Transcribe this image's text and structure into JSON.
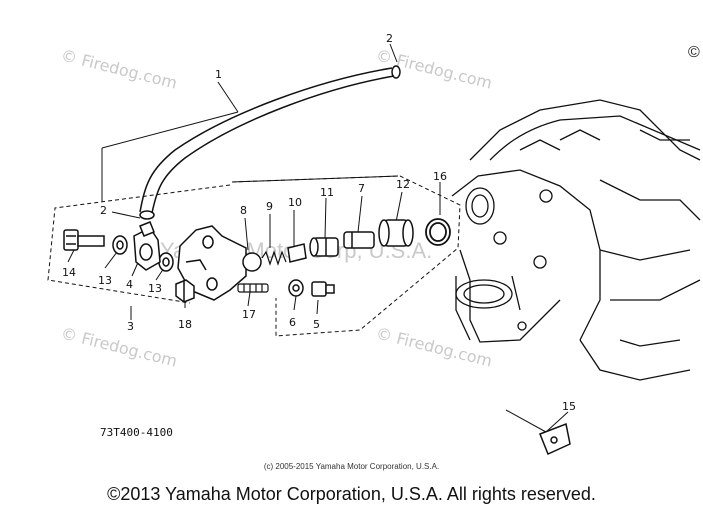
{
  "diagram": {
    "part_labels": [
      "1",
      "2",
      "2",
      "3",
      "4",
      "5",
      "6",
      "8",
      "9",
      "10",
      "11",
      "7",
      "12",
      "13",
      "13",
      "14",
      "15",
      "16",
      "17",
      "18"
    ],
    "reference_code": "73T400-4100",
    "watermark": "© Firedog.com",
    "overlay_watermark": "Yamaha Motor Corp, U.S.A."
  },
  "footer": {
    "small_copyright": "(c) 2005-2015 Yamaha Motor Corporation, U.S.A.",
    "copyright": "©2013 Yamaha Motor Corporation, U.S.A. All rights reserved."
  },
  "corner_mark": "©",
  "colors": {
    "ink": "#111111",
    "watermark": "#c9c9c9",
    "background": "#ffffff"
  }
}
